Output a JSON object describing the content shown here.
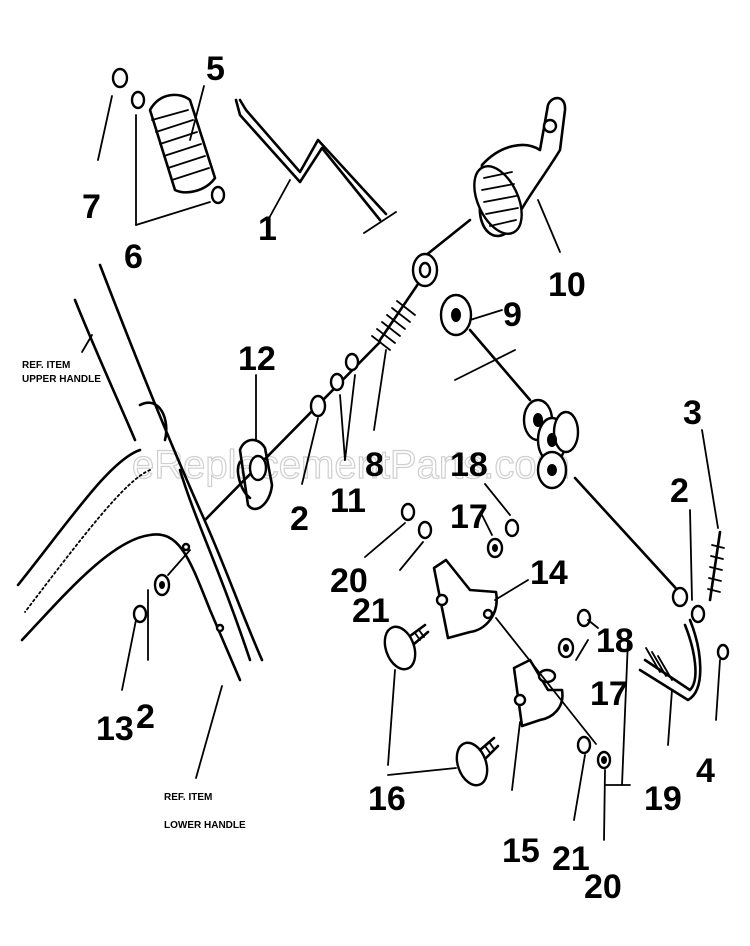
{
  "diagram": {
    "watermark": "eReplacementParts.com",
    "ref_upper": [
      "REF. ITEM",
      "UPPER HANDLE"
    ],
    "ref_lower": [
      "REF. ITEM",
      "LOWER HANDLE"
    ],
    "labels": {
      "n1": "1",
      "n2a": "2",
      "n2b": "2",
      "n2c": "2",
      "n3": "3",
      "n4": "4",
      "n5": "5",
      "n6": "6",
      "n7": "7",
      "n8": "8",
      "n9": "9",
      "n10": "10",
      "n11": "11",
      "n12": "12",
      "n13": "13",
      "n14": "14",
      "n15": "15",
      "n16": "16",
      "n17a": "17",
      "n17b": "17",
      "n18a": "18",
      "n18b": "18",
      "n19": "19",
      "n20a": "20",
      "n20b": "20",
      "n21a": "21",
      "n21b": "21"
    }
  }
}
